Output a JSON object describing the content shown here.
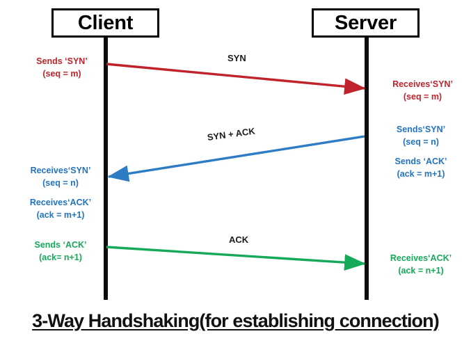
{
  "diagram": {
    "caption": "3-Way Handshaking(for establishing connection)",
    "endpoints": {
      "client": "Client",
      "server": "Server"
    },
    "colors": {
      "syn": "#c0232b",
      "syn_ack": "#2274c0",
      "ack": "#16a95a",
      "lifeline": "#0d0d0d",
      "text": "#111111",
      "background": "#ffffff"
    },
    "messages": [
      {
        "name": "syn",
        "label": "SYN",
        "direction": "client-to-server",
        "color": "#c0232b",
        "source_note": [
          "Sends ‘SYN’",
          "(seq = m)"
        ],
        "target_note": [
          "Receives‘SYN’",
          "(seq = m)"
        ]
      },
      {
        "name": "syn-ack",
        "label": "SYN + ACK",
        "direction": "server-to-client",
        "color": "#2274c0",
        "source_note": [
          "Sends‘SYN’",
          "(seq = n)",
          "Sends ‘ACK’",
          "(ack = m+1)"
        ],
        "target_note": [
          "Receives‘SYN’",
          "(seq = n)",
          "Receives‘ACK’",
          "(ack = m+1)"
        ]
      },
      {
        "name": "ack",
        "label": "ACK",
        "direction": "client-to-server",
        "color": "#16a95a",
        "source_note": [
          "Sends ‘ACK’",
          "(ack= n+1)"
        ],
        "target_note": [
          "Receives‘ACK’",
          "(ack = n+1)"
        ]
      }
    ]
  },
  "notes": {
    "client_syn_l1": "Sends ‘SYN’",
    "client_syn_l2": "(seq = m)",
    "server_syn_l1": "Receives‘SYN’",
    "server_syn_l2": "(seq = m)",
    "server_synack_l1": "Sends‘SYN’",
    "server_synack_l2": "(seq = n)",
    "server_synack_l3": "Sends ‘ACK’",
    "server_synack_l4": "(ack = m+1)",
    "client_synack_l1": "Receives‘SYN’",
    "client_synack_l2": "(seq = n)",
    "client_synack_l3": "Receives‘ACK’",
    "client_synack_l4": "(ack = m+1)",
    "client_ack_l1": "Sends ‘ACK’",
    "client_ack_l2": "(ack= n+1)",
    "server_ack_l1": "Receives‘ACK’",
    "server_ack_l2": "(ack = n+1)"
  },
  "arrow_labels": {
    "syn": "SYN",
    "syn_ack": "SYN + ACK",
    "ack": "ACK"
  }
}
